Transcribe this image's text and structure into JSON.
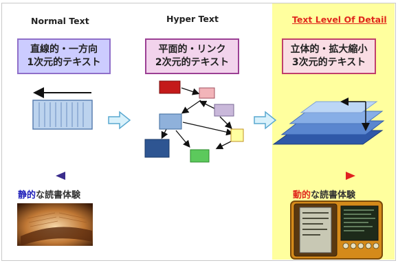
{
  "titles": {
    "normal": "Normal Text",
    "hyper": "Hyper Text",
    "lod": "Text Level Of Detail"
  },
  "boxes": {
    "normal": {
      "line1": "直線的・一方向",
      "line2": "1次元的テキスト"
    },
    "hyper": {
      "line1": "平面的・リンク",
      "line2": "2次元的テキスト"
    },
    "lod": {
      "line1": "立体的・拡大縮小",
      "line2": "3次元的テキスト"
    }
  },
  "footer": {
    "left_highlight": "静的",
    "left_rest": "な読書体験",
    "right_highlight": "動的",
    "right_rest": "な読書体験"
  },
  "colors": {
    "panel_yellow": "#ffff9e",
    "title_red": "#e0281c",
    "highlight_blue": "#1c1cb8",
    "arrow_start": "#3a2c8c",
    "arrow_end": "#e02020"
  },
  "icons": {
    "book": "old-open-book-photo",
    "device": "ebook-reader-device"
  }
}
